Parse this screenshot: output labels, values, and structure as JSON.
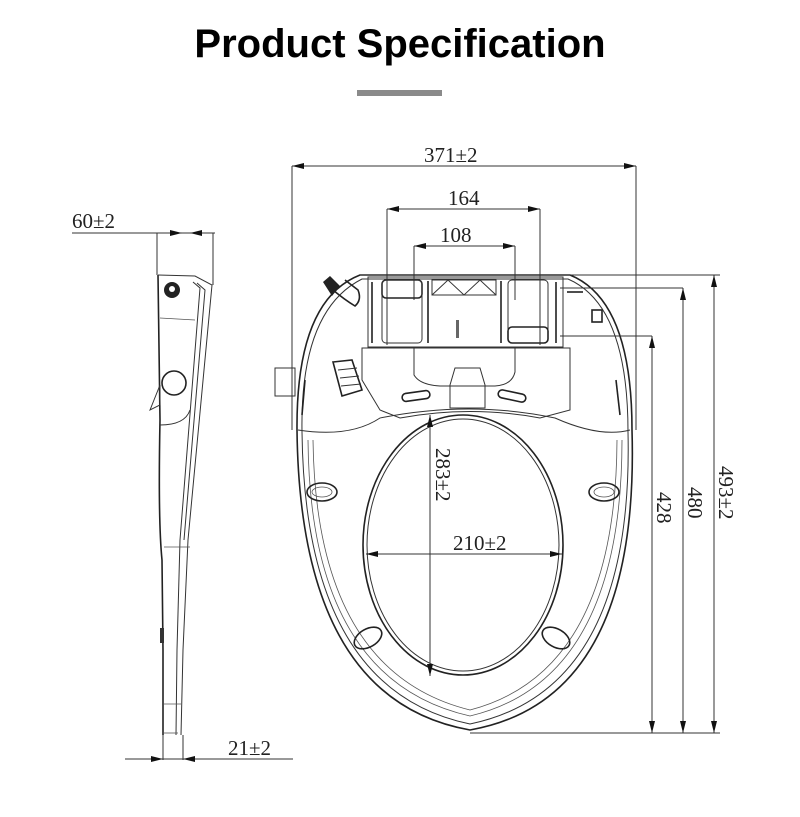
{
  "header": {
    "title": "Product Specification",
    "underline_color": "#8a8a8a"
  },
  "side_view": {
    "dimensions": {
      "top_width": "60±2",
      "bottom_width": "21±2"
    }
  },
  "top_view": {
    "dimensions": {
      "overall_width": "371±2",
      "hinge_outer_width": "164",
      "hinge_inner_width": "108",
      "opening_length": "283±2",
      "opening_width": "210±2",
      "length_428": "428",
      "length_480": "480",
      "overall_length": "493±2"
    }
  }
}
